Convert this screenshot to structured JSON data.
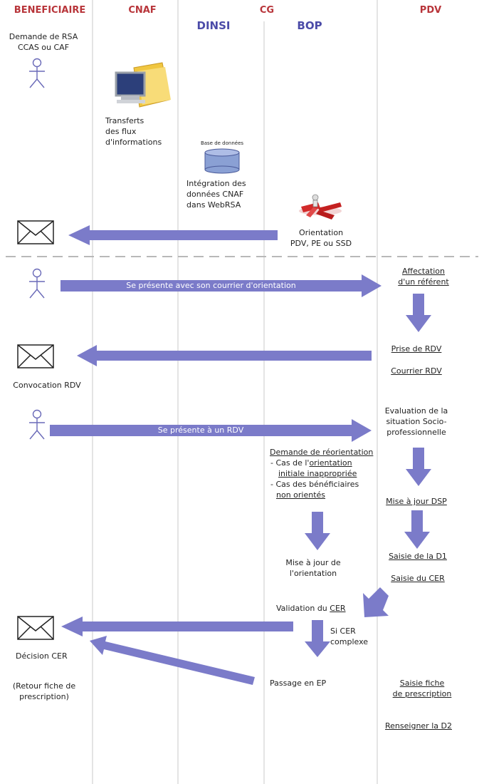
{
  "lanes": {
    "beneficiaire": "BENEFICIAIRE",
    "cnaf": "CNAF",
    "cg": "CG",
    "pdv": "PDV",
    "dinsi": "DINSI",
    "bop": "BOP"
  },
  "texts": {
    "demande_rsa": "Demande de RSA\nCCAS ou CAF",
    "transferts": "Transferts\ndes flux\nd'informations",
    "db_label": "Base de données",
    "integration": "Intégration des\ndonnées CNAF\ndans WebRSA",
    "orientation": "Orientation\nPDV, PE ou SSD",
    "affectation": "Affectation\nd'un référent",
    "presente_courrier": "Se présente avec son courrier d'orientation",
    "prise_rdv": "Prise de RDV",
    "courrier_rdv": "Courrier RDV",
    "convocation_rdv": "Convocation RDV",
    "evaluation": "Evaluation de la\nsituation Socio-\nprofessionnelle",
    "presente_rdv": "Se présente à un RDV",
    "demande_reorientation": "Demande de réorientation",
    "cas1_prefix": "- Cas de l'",
    "cas1_link": "orientation",
    "cas1_line2": "initiale inappropriée",
    "cas2_line1": "- Cas des bénéficiaires",
    "cas2_line2": "non orientés",
    "mise_a_jour_dsp": "Mise à jour DSP",
    "mise_a_jour_orientation": "Mise à jour de\nl'orientation",
    "saisie_d1": "Saisie de la D1",
    "saisie_cer": "Saisie du CER",
    "validation_prefix": "Validation du ",
    "validation_cer": "CER",
    "si_cer_complexe": "Si CER\ncomplexe",
    "decision_cer": "Décision CER",
    "passage_ep": "Passage en EP",
    "retour_fiche": "(Retour fiche de\nprescription)",
    "saisie_fiche": "Saisie fiche\nde prescription",
    "renseigner_d2": "Renseigner la D2"
  },
  "colors": {
    "lane_header_red": "#b8353a",
    "lane_header_blue": "#4b4ba8",
    "arrow_fill": "#7b7bc9"
  },
  "icons": [
    "stick-figure-icon",
    "computer-folder-icon",
    "database-icon",
    "orientation-arrows-icon",
    "envelope-icon"
  ]
}
